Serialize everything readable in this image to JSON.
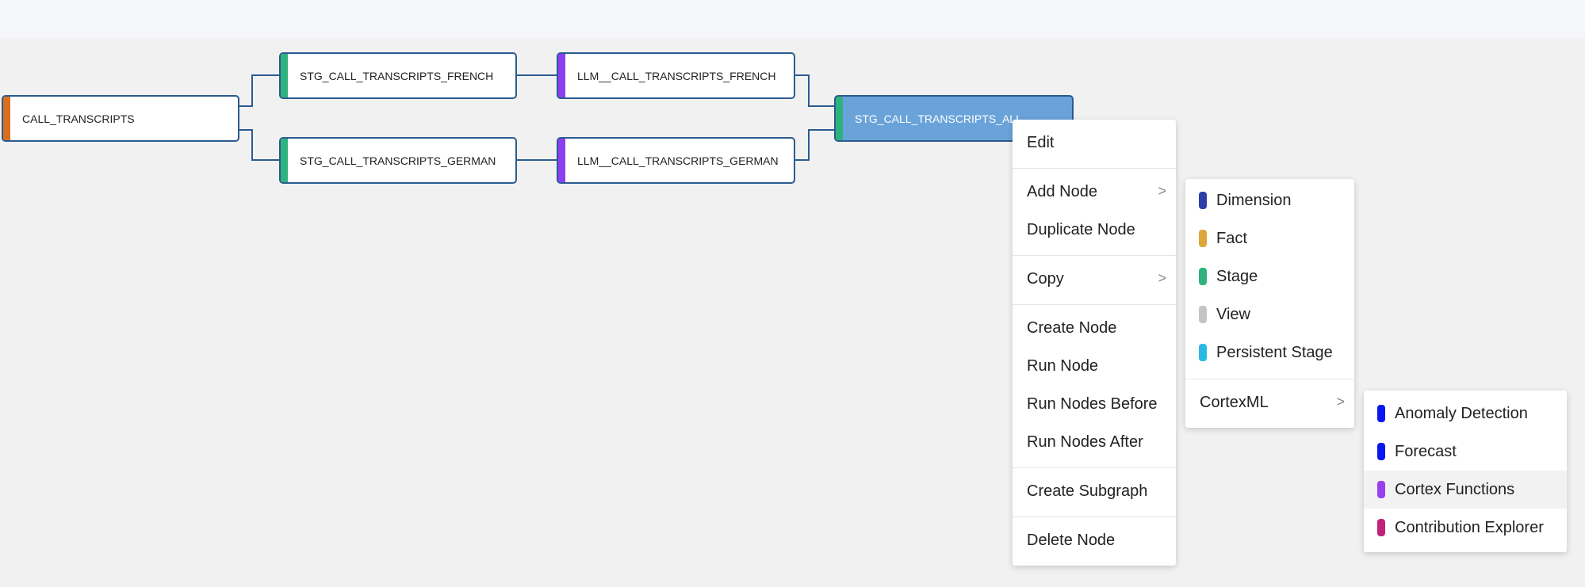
{
  "colors": {
    "source": "#d9701e",
    "stage": "#2fb37e",
    "llm": "#8b3ff0",
    "edge": "#2b5b91",
    "selected": "#6aa3d9",
    "dimension": "#2c3fa8",
    "fact": "#e0a53a",
    "view": "#c4c4c4",
    "persistent_stage": "#2ab8e5",
    "cortex_blue": "#0a17f0",
    "cortex_functions": "#9a3ff0",
    "contribution": "#c2217a"
  },
  "graph": {
    "nodes": {
      "call_transcripts": "CALL_TRANSCRIPTS",
      "stg_french": "STG_CALL_TRANSCRIPTS_FRENCH",
      "stg_german": "STG_CALL_TRANSCRIPTS_GERMAN",
      "llm_french": "LLM__CALL_TRANSCRIPTS_FRENCH",
      "llm_german": "LLM__CALL_TRANSCRIPTS_GERMAN",
      "stg_all": "STG_CALL_TRANSCRIPTS_ALL"
    }
  },
  "context_menu": {
    "edit": "Edit",
    "add_node": "Add Node",
    "duplicate_node": "Duplicate Node",
    "copy": "Copy",
    "create_node": "Create Node",
    "run_node": "Run Node",
    "run_nodes_before": "Run Nodes Before",
    "run_nodes_after": "Run Nodes After",
    "create_subgraph": "Create Subgraph",
    "delete_node": "Delete Node",
    "submenu_arrow": ">"
  },
  "add_node_menu": {
    "dimension": "Dimension",
    "fact": "Fact",
    "stage": "Stage",
    "view": "View",
    "persistent_stage": "Persistent Stage",
    "cortexml": "CortexML"
  },
  "cortexml_menu": {
    "anomaly_detection": "Anomaly Detection",
    "forecast": "Forecast",
    "cortex_functions": "Cortex Functions",
    "contribution_explorer": "Contribution Explorer"
  }
}
